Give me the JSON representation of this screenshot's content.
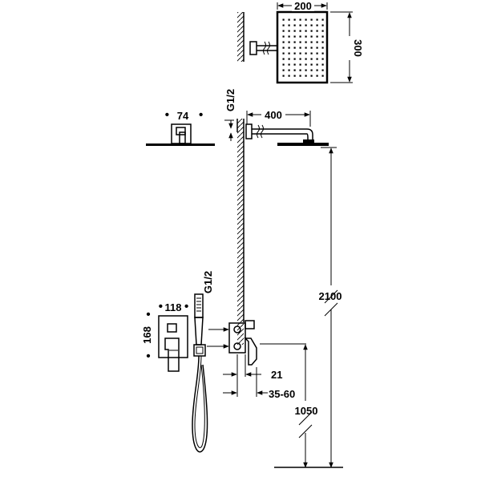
{
  "dimensions": {
    "head_width": "200",
    "head_height": "300",
    "arm_length": "400",
    "thread_top": "G1/2",
    "escutcheon_small": "74",
    "total_height": "2100",
    "thread_mixer": "G1/2",
    "plate_width": "118",
    "plate_height": "168",
    "wall_offset": "21",
    "depth_range": "35-60",
    "mixer_height": "1050"
  },
  "colors": {
    "line": "#000000",
    "background": "#ffffff"
  }
}
